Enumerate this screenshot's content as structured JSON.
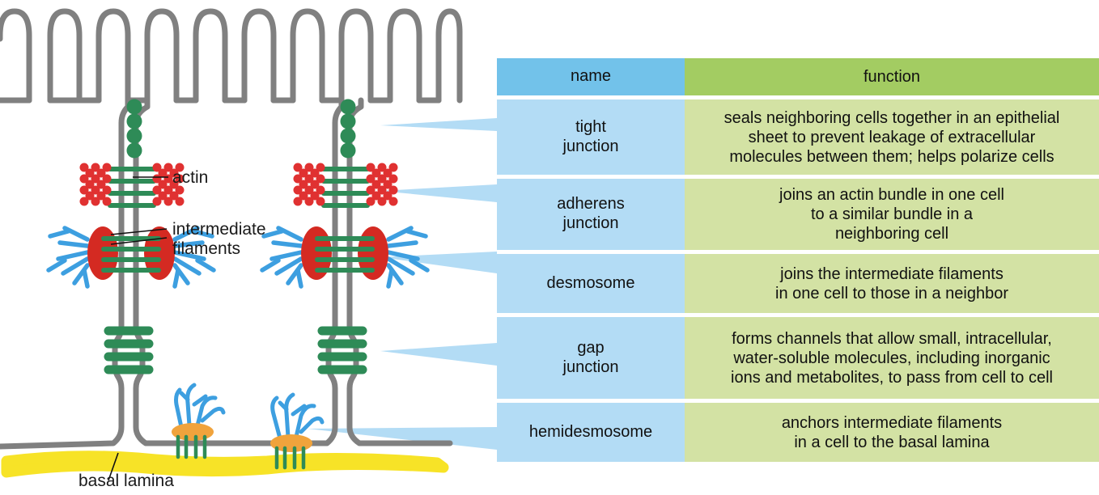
{
  "diagram": {
    "labels": {
      "actin": "actin",
      "intermediate_filaments": "intermediate\nfilaments",
      "basal_lamina": "basal lamina"
    },
    "colors": {
      "membrane_gray": "#808080",
      "junction_green": "#2e8b57",
      "actin_red": "#e03131",
      "plaque_red": "#d42a22",
      "filament_blue": "#3d9fe0",
      "hemidesmosome_orange": "#f0a33c",
      "basal_lamina_yellow": "#f7e327",
      "pointer_blue": "#b3dcf5"
    },
    "structures": [
      "microvilli",
      "tight-junction",
      "adherens-junction",
      "desmosome",
      "gap-junction",
      "hemidesmosome",
      "basal-lamina"
    ]
  },
  "table": {
    "colors": {
      "header_blue": "#72c2ea",
      "header_green": "#a3cc62",
      "row_blue": "#b3dcf5",
      "row_green": "#d3e2a4"
    },
    "headers": {
      "name": "name",
      "function": "function"
    },
    "rows": [
      {
        "name": "tight\njunction",
        "function": "seals neighboring cells together in an epithelial\nsheet to prevent leakage of extracellular\nmolecules between them; helps polarize cells"
      },
      {
        "name": "adherens\njunction",
        "function": "joins an actin bundle in one cell\nto a similar bundle in a\nneighboring cell"
      },
      {
        "name": "desmosome",
        "function": "joins the intermediate filaments\nin one cell to those in a neighbor"
      },
      {
        "name": "gap\njunction",
        "function": "forms channels that allow small, intracellular,\nwater-soluble molecules, including inorganic\nions and metabolites, to pass from cell to cell"
      },
      {
        "name": "hemidesmosome",
        "function": "anchors intermediate filaments\nin a cell to the basal lamina"
      }
    ]
  }
}
